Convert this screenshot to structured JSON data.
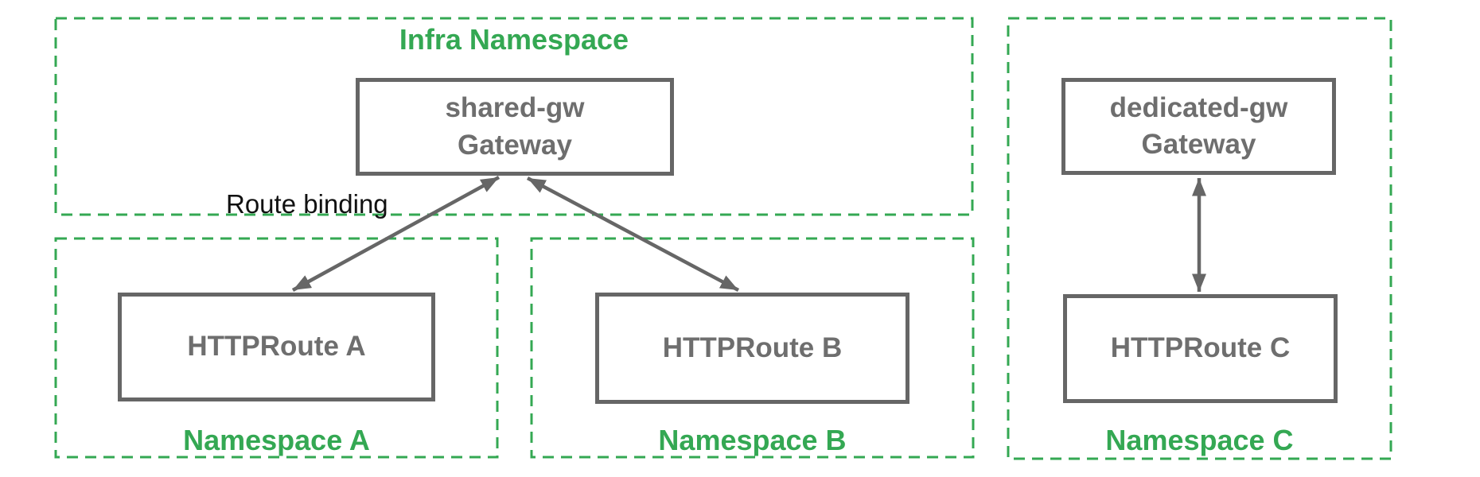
{
  "colors": {
    "ns_green": "#34A853",
    "line_gray": "#666666",
    "text_gray": "#6E6E6E",
    "annotation_black": "#111111"
  },
  "namespaces": {
    "infra": {
      "label": "Infra Namespace"
    },
    "a": {
      "label": "Namespace A"
    },
    "b": {
      "label": "Namespace B"
    },
    "c": {
      "label": "Namespace C"
    }
  },
  "nodes": {
    "shared_gw": "shared-gw\nGateway",
    "httproute_a": "HTTPRoute A",
    "httproute_b": "HTTPRoute B",
    "dedicated_gw": "dedicated-gw\nGateway",
    "httproute_c": "HTTPRoute C"
  },
  "annotations": {
    "route_binding": "Route binding"
  },
  "edges": [
    {
      "from": "HTTPRoute A",
      "to": "shared-gw Gateway",
      "bidirectional": true,
      "label": "Route binding"
    },
    {
      "from": "HTTPRoute B",
      "to": "shared-gw Gateway",
      "bidirectional": true,
      "label": "Route binding"
    },
    {
      "from": "HTTPRoute C",
      "to": "dedicated-gw Gateway",
      "bidirectional": true,
      "label": "Route binding"
    }
  ]
}
